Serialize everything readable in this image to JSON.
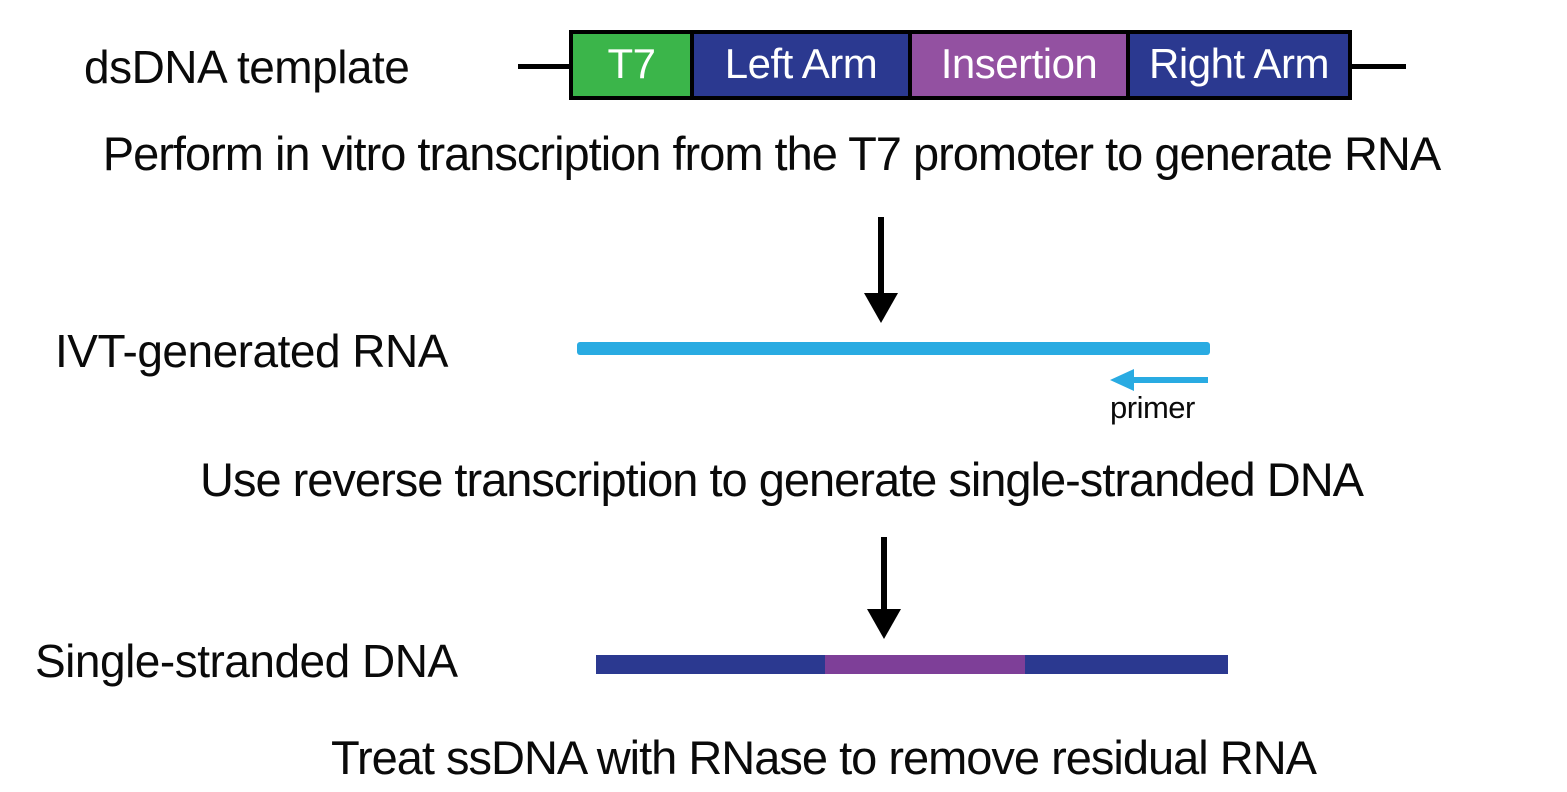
{
  "template_row": {
    "label": "dsDNA template",
    "segments": [
      {
        "name": "t7-promoter",
        "label": "T7",
        "color": "#3BB54A"
      },
      {
        "name": "left-arm",
        "label": "Left Arm",
        "color": "#2B3990"
      },
      {
        "name": "insertion",
        "label": "Insertion",
        "color": "#9351A1"
      },
      {
        "name": "right-arm",
        "label": "Right Arm",
        "color": "#2B3990"
      }
    ]
  },
  "step1": {
    "text": "Perform in vitro transcription from the T7 promoter to generate RNA"
  },
  "rna_row": {
    "label": "IVT-generated RNA",
    "strand_color": "#29ABE2",
    "primer": {
      "label": "primer",
      "arrow_color": "#29ABE2",
      "direction": "left"
    }
  },
  "step2": {
    "text": "Use reverse transcription to generate single-stranded DNA"
  },
  "ssdna_row": {
    "label": "Single-stranded DNA",
    "segments": [
      {
        "name": "left-arm",
        "color": "#2B3990"
      },
      {
        "name": "insertion",
        "color": "#7E3F98"
      },
      {
        "name": "right-arm",
        "color": "#2B3990"
      }
    ]
  },
  "step3": {
    "text": "Treat ssDNA with RNase to remove residual RNA"
  },
  "arrow_color": "#000000",
  "background": "#FFFFFF"
}
